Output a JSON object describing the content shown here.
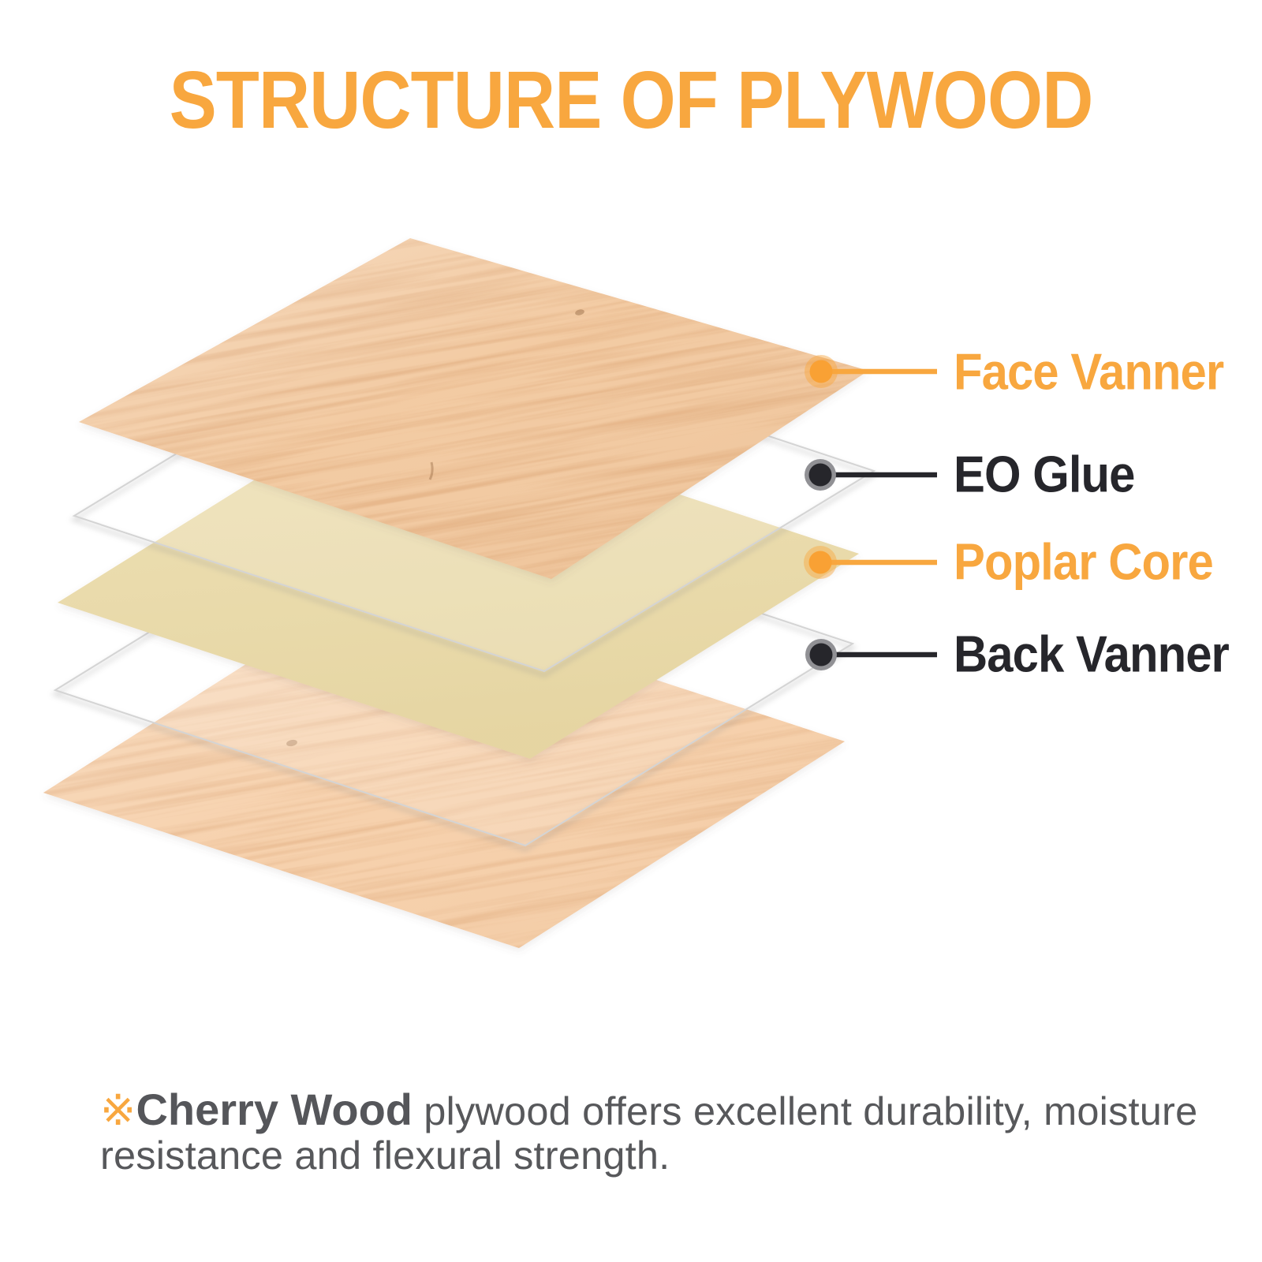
{
  "title": {
    "text": "STRUCTURE OF PLYWOOD"
  },
  "diagram": {
    "layers": [
      {
        "id": "face-veneer",
        "kind": "wood",
        "label": "Face Vanner"
      },
      {
        "id": "glue-top",
        "kind": "glue",
        "label": "EO Glue"
      },
      {
        "id": "poplar-core",
        "kind": "core",
        "label": "Poplar Core"
      },
      {
        "id": "glue-bottom",
        "kind": "glue",
        "label": "EO Glue"
      },
      {
        "id": "back-veneer",
        "kind": "wood",
        "label": "Back Vanner"
      }
    ]
  },
  "callouts": [
    {
      "label": "Face Vanner",
      "tone": "accent"
    },
    {
      "label": "EO Glue",
      "tone": "dark"
    },
    {
      "label": "Poplar Core",
      "tone": "accent"
    },
    {
      "label": "Back Vanner",
      "tone": "dark"
    }
  ],
  "footnote": {
    "marker": "※",
    "highlight": "Cherry Wood",
    "text": "plywood offers excellent durability, moisture resistance and flexural strength."
  },
  "colors": {
    "accent": "#F8A73F",
    "accent_dot": "#F9A134",
    "dark": "#26262B",
    "dot_ring_gray": "#919195",
    "wood_face": "#F2C89E",
    "wood_back": "#F6CFA9",
    "core": "#E9DAAA",
    "glue_edge": "#CFCFCF",
    "footnote_text": "#57585B"
  }
}
